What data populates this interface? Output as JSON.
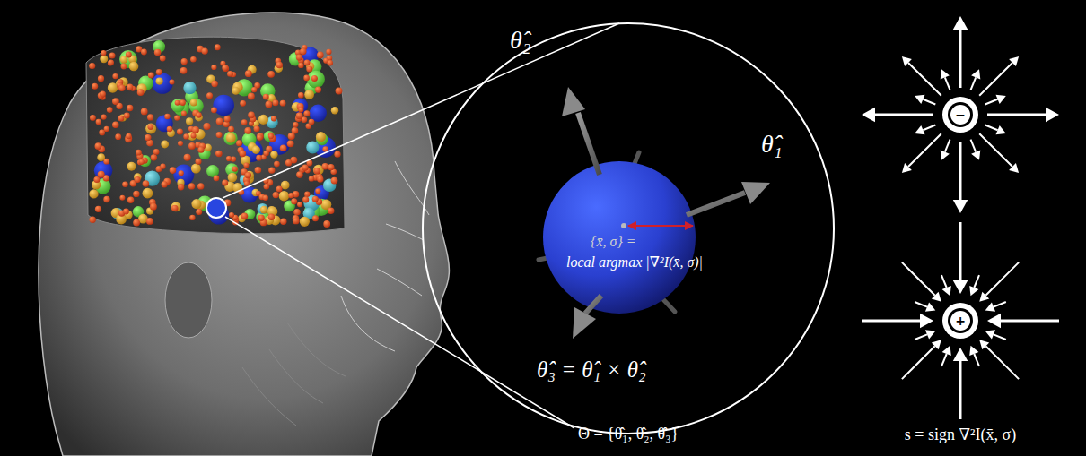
{
  "diagram": {
    "nodes": [
      {
        "text": [
          "θ̂₂",
          "θ̂₁",
          "{x̄, σ} =",
          "local argmax |∇²I(x̄, σ)|",
          "θ̂₃ = θ̂₁ × θ̂₂"
        ]
      },
      {
        "text": [
          "−"
        ]
      },
      {
        "text": [
          "+"
        ]
      }
    ],
    "labels": [
      "Θ = {θ̂₁, θ̂₂, θ̂₃}",
      "s = sign ∇²I(x̄, σ)"
    ]
  }
}
